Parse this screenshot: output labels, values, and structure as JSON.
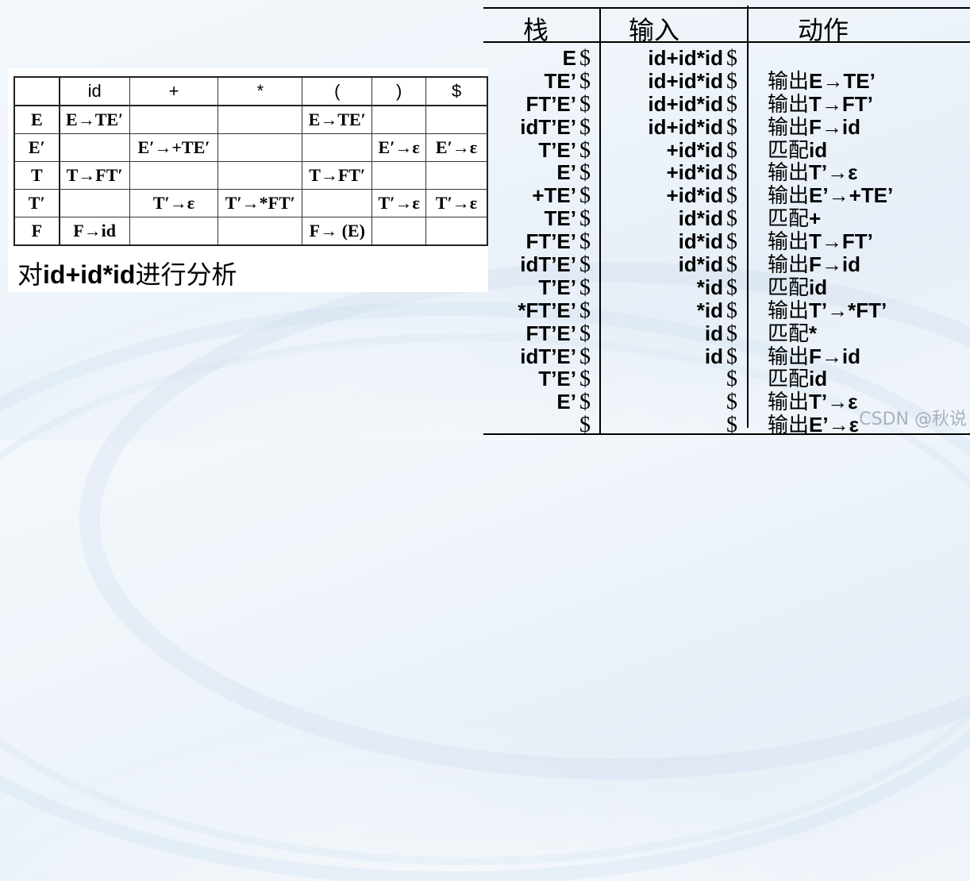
{
  "ll1_table": {
    "columns": [
      "",
      "id",
      "+",
      "*",
      "(",
      ")",
      "$"
    ],
    "rows": [
      {
        "nonterminal": "E",
        "cells": [
          "E→TE′",
          "",
          "",
          "E→TE′",
          "",
          ""
        ]
      },
      {
        "nonterminal": "E′",
        "cells": [
          "",
          "E′→+TE′",
          "",
          "",
          "E′→ε",
          "E′→ε"
        ]
      },
      {
        "nonterminal": "T",
        "cells": [
          "T→FT′",
          "",
          "",
          "T→FT′",
          "",
          ""
        ]
      },
      {
        "nonterminal": "T′",
        "cells": [
          "",
          "T′→ε",
          "T′→*FT′",
          "",
          "T′→ε",
          "T′→ε"
        ]
      },
      {
        "nonterminal": "F",
        "cells": [
          "F→id",
          "",
          "",
          "F→ (E)",
          "",
          ""
        ]
      }
    ]
  },
  "caption": {
    "prefix": "对",
    "expr": "id+id*id",
    "suffix": "进行分析"
  },
  "trace": {
    "headers": {
      "stack": "栈",
      "input": "输入",
      "action": "动作"
    },
    "dollar": "$",
    "rows": [
      {
        "stack": "E",
        "input": "id+id*id",
        "action_zh": "",
        "action": ""
      },
      {
        "stack": "TE’",
        "input": "id+id*id",
        "action_zh": "输出",
        "action": "E→TE’"
      },
      {
        "stack": "FT’E’",
        "input": "id+id*id",
        "action_zh": "输出",
        "action": "T→FT’"
      },
      {
        "stack": "idT’E’",
        "input": "id+id*id",
        "action_zh": "输出",
        "action": "F→id"
      },
      {
        "stack": "T’E’",
        "input": "+id*id",
        "action_zh": "匹配",
        "action": "id"
      },
      {
        "stack": "E’",
        "input": "+id*id",
        "action_zh": "输出",
        "action": "T’→ε"
      },
      {
        "stack": "+TE’",
        "input": "+id*id",
        "action_zh": "输出",
        "action": "E’→+TE’"
      },
      {
        "stack": "TE’",
        "input": "id*id",
        "action_zh": "匹配",
        "action": "+"
      },
      {
        "stack": "FT’E’",
        "input": "id*id",
        "action_zh": "输出",
        "action": "T→FT’"
      },
      {
        "stack": "idT’E’",
        "input": "id*id",
        "action_zh": "输出",
        "action": "F→id"
      },
      {
        "stack": "T’E’",
        "input": "*id",
        "action_zh": "匹配",
        "action": "id"
      },
      {
        "stack": "*FT’E’",
        "input": "*id",
        "action_zh": "输出",
        "action": "T’→*FT’"
      },
      {
        "stack": "FT’E’",
        "input": "id",
        "action_zh": "匹配",
        "action": "*"
      },
      {
        "stack": "idT’E’",
        "input": "id",
        "action_zh": "输出",
        "action": "F→id"
      },
      {
        "stack": "T’E’",
        "input": "",
        "action_zh": "匹配",
        "action": "id"
      },
      {
        "stack": "E’",
        "input": "",
        "action_zh": "输出",
        "action": "T’→ε"
      },
      {
        "stack": "",
        "input": "",
        "action_zh": "输出",
        "action": "E’→ε"
      }
    ]
  },
  "watermark": "CSDN @秋说"
}
